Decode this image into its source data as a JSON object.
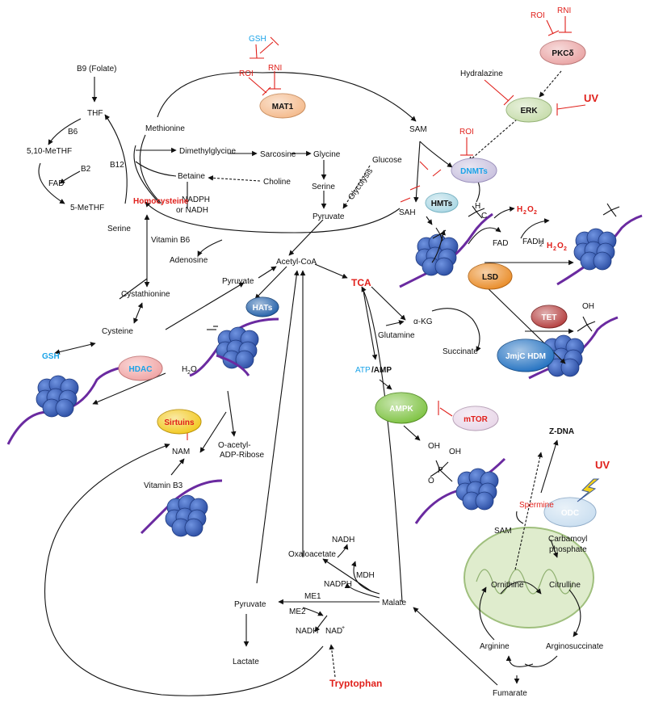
{
  "labels": {
    "b9_folate": "B9 (Folate)",
    "thf": "THF",
    "b6": "B6",
    "methf_510": "5,10-MeTHF",
    "b2": "B2",
    "fad_left": "FAD",
    "methf_5": "5-MeTHF",
    "b12": "B12",
    "methionine": "Methionine",
    "dimethylglycine": "Dimethylglycine",
    "sarcosine": "Sarcosine",
    "glycine": "Glycine",
    "betaine": "Betaine",
    "choline": "Choline",
    "serine_mid": "Serine",
    "nadph_or": "NADPH",
    "or_nadh": "or NADH",
    "homocysteine": "Homocysteine",
    "serine_left": "Serine",
    "vitamin_b6": "Vitamin B6",
    "adenosine": "Adenosine",
    "cystathionine": "Cystathionine",
    "pyruvate_top": "Pyruvate",
    "acetyl_coa": "Acetyl-CoA",
    "cysteine": "Cysteine",
    "gsh_left": "GSH",
    "gsh_top": "GSH",
    "roi_top": "ROI",
    "rni_top": "RNI",
    "sam_top": "SAM",
    "glucose": "Glucose",
    "glycolysis": "Glycolysis",
    "pyruvate_mid": "Pyruvate",
    "sah": "SAH",
    "roi_dnmt": "ROI",
    "roi_pkc": "ROI",
    "rni_pkc": "RNI",
    "hydralazine": "Hydralazine",
    "uv_erk": "UV",
    "tca": "TCA",
    "alpha_kg": "α-KG",
    "glutamine": "Glutamine",
    "succinate": "Succinate",
    "fad_right": "FAD",
    "fadh2": "FADH",
    "fadh2_sub": "2",
    "h2o2_a": "H",
    "h2o2_b": "O",
    "h2o2_sub1": "2",
    "h2o2_sub2": "2",
    "h2o2_c": "H",
    "h2o2_d": "O",
    "h2o2_sub3": "2",
    "h2o2_sub4": "2",
    "atp": "ATP",
    "amp": "/AMP",
    "h2o": "H",
    "h2o_sub": "2",
    "h2o_o": "O",
    "nam": "NAM",
    "o_acetyl": "O-acetyl-",
    "adp_ribose": "ADP-Ribose",
    "vitamin_b3": "Vitamin B3",
    "z_dna": "Z-DNA",
    "spermine": "Spermine",
    "uv_odc": "UV",
    "sam_odc": "SAM",
    "carbamoyl": "Carbamoyl",
    "phosphate": "phosphate",
    "ornithine": "Ornithine",
    "citrulline": "Citrulline",
    "arginine": "Arginine",
    "argininosuccinate": "Arginosuccinate",
    "fumarate": "Fumarate",
    "nadh_top": "NADH",
    "oxaloacetate": "Oxaloacetate",
    "mdh": "MDH",
    "nadph_bottom": "NADPH",
    "me1": "ME1",
    "malate": "Malate",
    "me2": "ME2",
    "pyruvate_bottom": "Pyruvate",
    "nadh_bottom": "NADH",
    "nad_plus": "NAD",
    "nad_sup": "+",
    "lactate": "Lactate",
    "tryptophan": "Tryptophan",
    "oh": "OH",
    "oh1": "OH",
    "oh2": "OH",
    "o_p": "O",
    "p_atom": "P",
    "h_atom": "H",
    "c_atom": "C"
  },
  "enzymes": {
    "mat1": "MAT1",
    "pkc": "PKCδ",
    "erk": "ERK",
    "dnmts": "DNMTs",
    "hmts": "HMTs",
    "lsd": "LSD",
    "tet": "TET",
    "jmjc": "JmjC HDM",
    "hats": "HATs",
    "hdac": "HDAC",
    "sirtuins": "Sirtuins",
    "ampk": "AMPK",
    "mtor": "mTOR",
    "odc": "ODC"
  },
  "colors": {
    "red": "#e0201b",
    "blue": "#1aa3e8",
    "nucleosome": "#3a62b8",
    "dna": "#6a2aa0",
    "mat1": "#f4b98a",
    "pkc": "#e9a3a3",
    "erk": "#c6dcaa",
    "dnmts": "#c8c0de",
    "hmts": "#a9d6e3",
    "lsd": "#e98a24",
    "tet": "#b33b3b",
    "jmjc": "#1f6fc0",
    "hats": "#1f5ea8",
    "hdac": "#f0a3a3",
    "sirtuins": "#f2c81c",
    "ampk": "#7cc23f",
    "mtor": "#e8d6e8",
    "odc": "#c9def0",
    "mito": "#dfeccd"
  }
}
